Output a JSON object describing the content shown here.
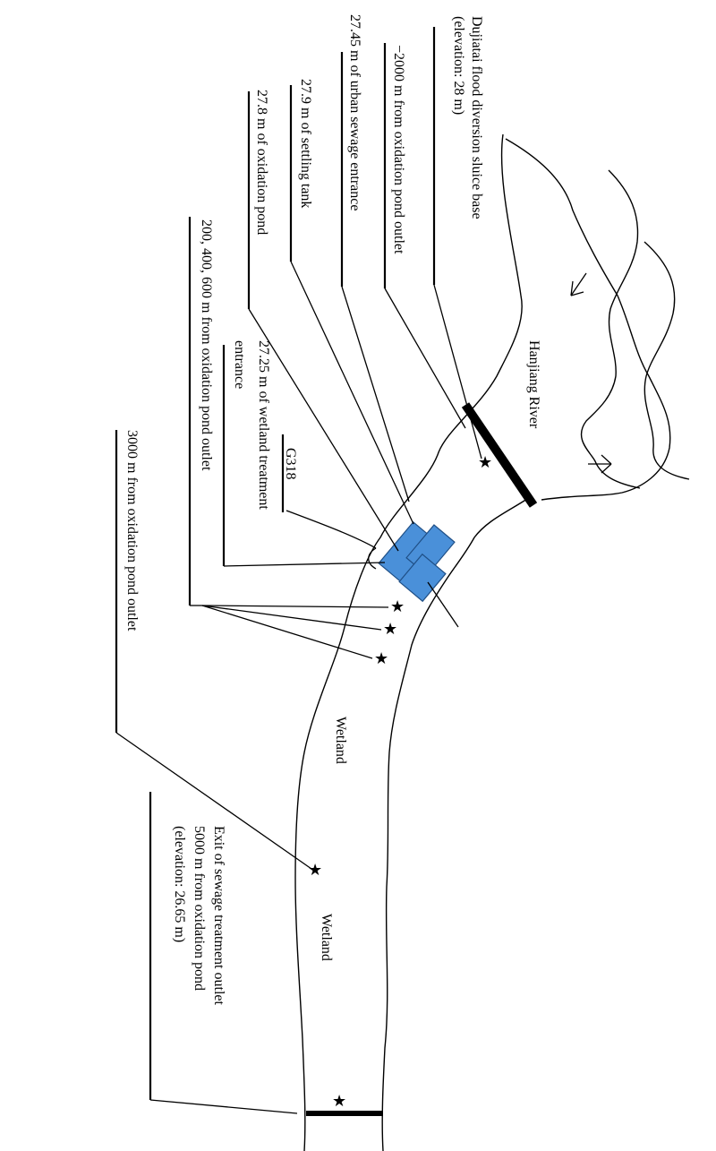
{
  "labels": {
    "sluice_base_1": "Dujiatai flood diversion sluice base",
    "sluice_base_2": "(elevation: 28 m)",
    "pond_outlet_minus": "−2000 m from oxidation pond outlet",
    "urban_sewage": "27.45 m of urban sewage entrance",
    "settling_tank": "27.9 m of settling tank",
    "oxidation_pond": "27.8 m of oxidation pond",
    "wetland_entrance_1": "27.25 m of wetland treatment",
    "wetland_entrance_2": "entrance",
    "road": "G318",
    "distances_200_600": "200, 400, 600 m from oxidation pond outlet",
    "distance_3000": "3000 m from oxidation pond outlet",
    "river": "Hanjiang River",
    "wetland_1": "Wetland",
    "wetland_2": "Wetland",
    "exit_1": "Exit of sewage treatment outlet",
    "exit_2": "5000 m from oxidation pond",
    "exit_3": "(elevation: 26.65 m)"
  },
  "colors": {
    "pond_fill": "#4a90d9",
    "pond_stroke": "#1f4f86",
    "ink": "#000000"
  },
  "icons": {
    "sampling_site": "star",
    "flow_direction": "arrow"
  }
}
